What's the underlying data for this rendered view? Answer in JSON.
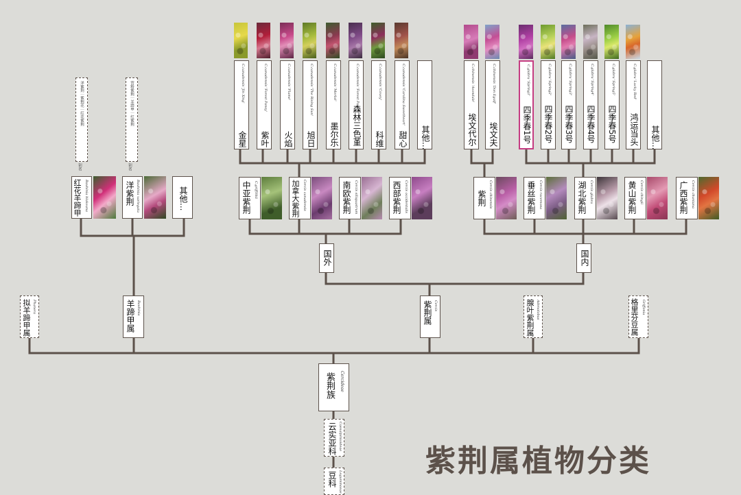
{
  "title": "紫荆属植物分类",
  "colors": {
    "line": "#5c514a",
    "highlight": "#c53c82",
    "background": "#dcdcd8",
    "title": "#5c514a"
  },
  "nodes": {
    "yunshi": {
      "cn": "云实亚科",
      "lat": "Caesalpinioideae"
    },
    "douke": {
      "cn": "豆科",
      "lat": "Leguminosae"
    },
    "zujing": {
      "cn": "紫荆族",
      "lat": "Cercideae"
    },
    "niyangti": {
      "cn": "拟羊蹄甲属",
      "lat": "Phanera"
    },
    "yangti": {
      "cn": "羊蹄甲属",
      "lat": "Bauhinia"
    },
    "zijingshu": {
      "cn": "紫荆属",
      "lat": "Cercis"
    },
    "aiye": {
      "cn": "腺叶紫荆属",
      "lat": "Adenolobus"
    },
    "gelifei": {
      "cn": "格里芬豆属",
      "lat": "Griffonia"
    },
    "guowai": {
      "cn": "国外"
    },
    "guonei": {
      "cn": "国内"
    },
    "hongyang": {
      "cn": "红花羊蹄甲",
      "lat": "Bauhinia blakeana",
      "note": "别名",
      "alias": "洋紫荆｜紫荆花｜红花紫荆"
    },
    "yangzijing": {
      "cn": "洋紫荆",
      "lat": "Bauhinia variegata",
      "note": "别名",
      "alias": "宫粉紫荆｜羊蹄甲｜红紫荆"
    },
    "yangqita": {
      "cn": "其他..."
    },
    "zhongya": {
      "cn": "中亚紫荆",
      "lat": "C.griffithii"
    },
    "jianada": {
      "cn": "加拿大紫荆",
      "lat": "Cercis canadensis"
    },
    "nanou": {
      "cn": "南欧紫荆",
      "lat": "Cercis siliquastrum"
    },
    "xibu": {
      "cn": "西部紫荆",
      "lat": "Cercis occidentalis"
    },
    "zijing": {
      "cn": "紫荆",
      "lat": "Cercis chinensis"
    },
    "chuisi": {
      "cn": "垂丝紫荆",
      "lat": "Cercis racemosa"
    },
    "hubei": {
      "cn": "湖北紫荆",
      "lat": "Cercis glabra"
    },
    "huangshan": {
      "cn": "黄山紫荆",
      "lat": "Cercis chingii"
    },
    "guangxi": {
      "cn": "广西紫荆",
      "lat": "Cercis chuniana"
    }
  },
  "cultivars_foreign": [
    {
      "cn": "金星",
      "lat": "C.canadensis 'Jin Xing'"
    },
    {
      "cn": "紫叶",
      "lat": "C.canadensis 'Forest Pansy'"
    },
    {
      "cn": "火焰",
      "lat": "C.canadensis 'Flame'"
    },
    {
      "cn": "旭日",
      "lat": "C.canadensis 'The Rising Sun'"
    },
    {
      "cn": "墨尔乐",
      "lat": "C.canadensis 'Merlot'"
    },
    {
      "cn": "森林三色堇",
      "lat": "C.canadensis 'Forest Pansy'"
    },
    {
      "cn": "科维",
      "lat": "C.canadensis 'Covey'"
    },
    {
      "cn": "甜心",
      "lat": "C.canadensis 'Carolina Sweetheart'"
    },
    {
      "cn": "其他..."
    }
  ],
  "cultivars_domestic": [
    {
      "cn": "埃文代尔",
      "lat": "C.chinensis 'Avondale'"
    },
    {
      "cn": "埃文夫",
      "lat": "C.chinensis 'Don Egolf'"
    },
    {
      "cn": "四季春1号",
      "lat": "C.glabra 'Spring1'"
    },
    {
      "cn": "四季春2号",
      "lat": "C.glabra 'Spring2'"
    },
    {
      "cn": "四季春3号",
      "lat": "C.glabra 'Spring3'"
    },
    {
      "cn": "四季春4号",
      "lat": "C.glabra 'Spring4'"
    },
    {
      "cn": "四季春5号",
      "lat": "C.glabra 'Spring5'"
    },
    {
      "cn": "鸿运当头",
      "lat": "C.glabra 'Lucky Red'"
    },
    {
      "cn": "其他..."
    }
  ]
}
